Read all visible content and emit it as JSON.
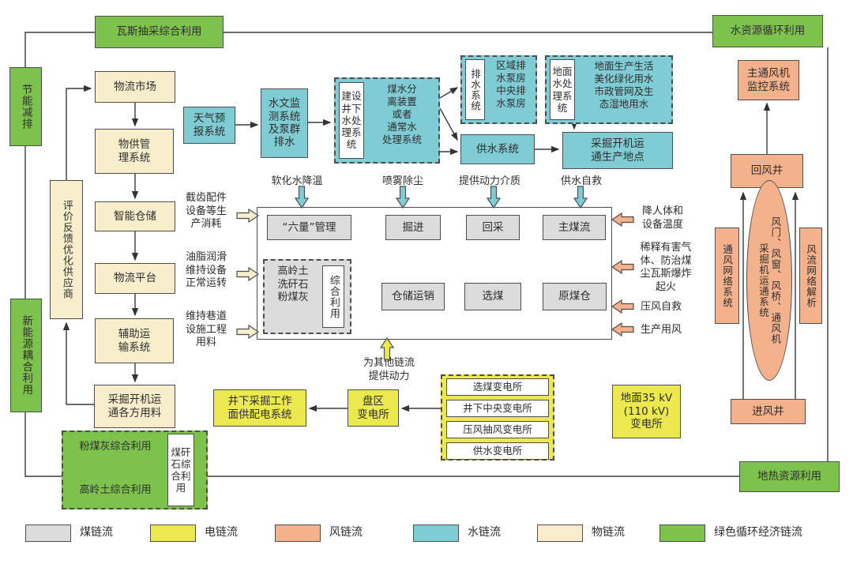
{
  "colors": {
    "coal": "#dcdcdc",
    "power": "#ece94e",
    "wind": "#f4b28c",
    "water": "#7fccd4",
    "material": "#f8eecb",
    "green": "#7ec24e"
  },
  "green_chain": {
    "gas": "瓦斯抽采综合利用",
    "water_cycle": "水资源循环利用",
    "energy_saving": "节能减排",
    "new_energy": "新能源耦合利用",
    "geothermal": "地热资源利用",
    "fly_ash": "粉煤灰综合利用",
    "kaolin": "高岭土综合利用",
    "gangue": "煤矸石综合利用"
  },
  "material_chain": {
    "market": "物流市场",
    "supply_mgmt": "物供管\n理系统",
    "warehouse": "智能仓储",
    "platform": "物流平台",
    "aux_transport": "辅助运\n输系统",
    "materials": "采掘开机运\n通各方用料",
    "feedback": "评价反馈优化供应商",
    "label_cutting": "截齿配件\n设备等生\n产消耗",
    "label_grease": "油脂润滑\n维持设备\n正常运转",
    "label_roadway": "维持巷道\n设施工程\n用料"
  },
  "water_chain": {
    "weather": "天气预\n报系统",
    "hydrology": "水文监\n测系统\n及泵群\n排水",
    "underground": "建设井下水处理系统",
    "separation": "煤水分\n离装置\n或者\n通常水\n处理系统",
    "drainage": "排水系统",
    "drainage_rooms": "区域排\n水泵房\n中央排\n水泵房",
    "surface_treatment": "地面水处理系统",
    "surface_use": "地面生产生活\n美化绿化用水\n市政管网及生\n态湿地用水",
    "supply": "供水系统",
    "production_site": "采掘开机运\n通生产地点",
    "label_soften": "软化水降温",
    "label_spray": "喷雾除尘",
    "label_medium": "提供动力介质",
    "label_rescue": "供水自救"
  },
  "coal_chain": {
    "six_quantity": "“六量”管理",
    "tunneling": "掘进",
    "mining": "回采",
    "main_flow": "主煤流",
    "raw_bunker": "原煤仓",
    "washing": "选煤",
    "storage_sales": "仓储运销",
    "byproducts": "高岭土\n洗矸石\n粉煤灰",
    "comprehensive": "综合利用"
  },
  "wind_chain": {
    "monitor": "主通风机\n监控系统",
    "return_shaft": "回风井",
    "intake_shaft": "进风井",
    "facilities": "风门、风窗、风桥、通风机",
    "system": "采掘机运通系统",
    "network": "通风网络系统",
    "analysis": "风流网络解析",
    "label_temp": "降人体和\n设备温度",
    "label_dilute": "稀释有害气\n体、防治煤\n尘瓦斯爆炸\n起火",
    "label_air_rescue": "压风自救",
    "label_production": "生产用风"
  },
  "power_chain": {
    "working_face": "井下采掘工作\n面供配电系统",
    "district": "盘区\n变电所",
    "sub_washing": "选煤变电所",
    "sub_central": "井下中央变电所",
    "sub_air": "压风抽风变电所",
    "sub_water": "供水变电所",
    "surface": "地面35 kV\n(110 kV)\n变电所",
    "label_power": "为其他链流\n提供动力"
  },
  "legend": {
    "coal": "煤链流",
    "power": "电链流",
    "wind": "风链流",
    "water": "水链流",
    "material": "物链流",
    "green": "绿色循环经济链流"
  }
}
